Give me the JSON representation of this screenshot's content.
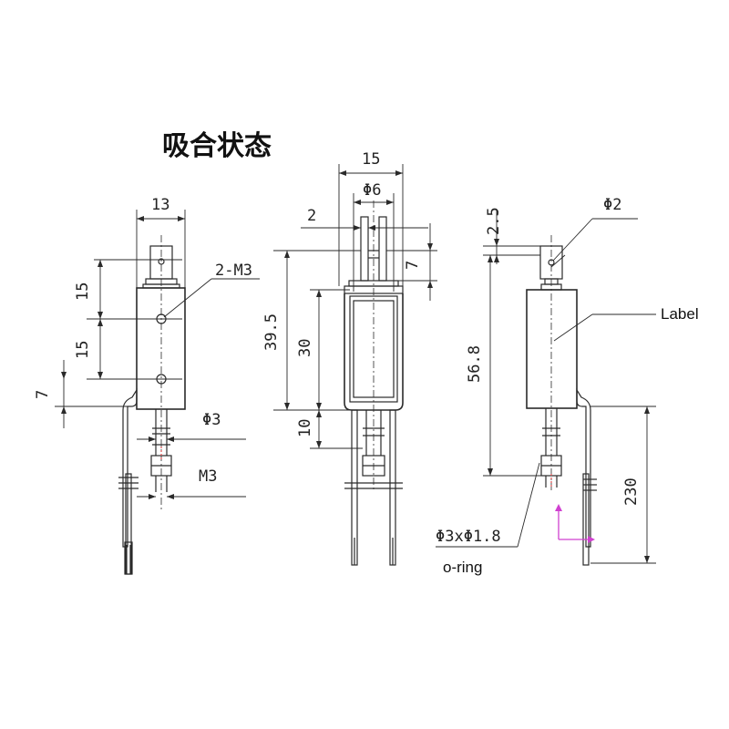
{
  "title": "吸合状态",
  "left_view": {
    "width": "13",
    "pitch_1": "15",
    "pitch_2": "15",
    "offset": "7",
    "holes": "2-M3",
    "shaft_dia": "Φ3",
    "thread": "M3"
  },
  "middle_view": {
    "width": "15",
    "bore": "Φ6",
    "slot": "2",
    "tab": "7",
    "height": "39.5",
    "body": "30",
    "stroke": "10"
  },
  "right_view": {
    "hole": "Φ2",
    "top_offset": "2.5",
    "length": "56.8",
    "lead_length": "230",
    "label": "Label",
    "oring_size": "Φ3xΦ1.8",
    "oring": "o-ring"
  },
  "colors": {
    "line": "#2a2a2a",
    "pink": "#d040d0",
    "red_mark": "#e05050"
  }
}
